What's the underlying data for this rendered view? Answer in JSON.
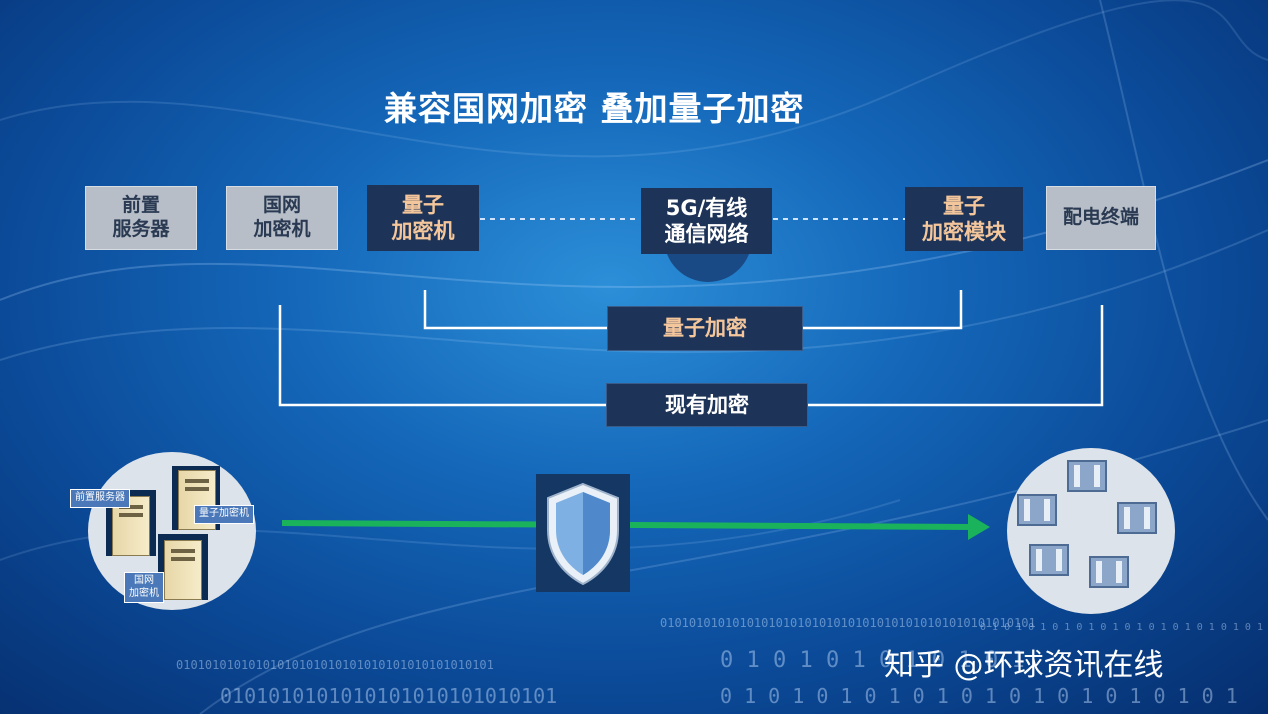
{
  "title": "兼容国网加密 叠加量子加密",
  "boxes": {
    "front_server": "前置\n服务器",
    "sgcc_encryptor": "国网\n加密机",
    "quantum_encryptor": "量子\n加密机",
    "network": "5G/有线\n通信网络",
    "quantum_module": "量子\n加密模块",
    "distribution_terminal": "配电终端"
  },
  "labels": {
    "quantum_encryption": "量子加密",
    "existing_encryption": "现有加密"
  },
  "left_cluster": {
    "front_server_tag": "前置服务器",
    "quantum_encryptor_tag": "量子加密机",
    "sgcc_encryptor_tag": "国网\n加密机"
  },
  "binary": {
    "row1": "0101010101010101010101010101010101010101010101010101",
    "row2": "01010101010101010101010101010101010101010101",
    "row3": "0101010101010101010101010101",
    "row4": "0 1 0 1 0 1 0 1 0 1 0 1",
    "row5": "0 1 0 1 0 1 0 1 0 1 0 1 0 1 0 1 0 1 0 1 0 1",
    "row6": "0 1 0 1 0 1 0 1 0 1 0 1 0 1 0 1 0 1 0 1 0 1 0 1 0 1"
  },
  "watermark": "知乎 @环球资讯在线",
  "colors": {
    "accent_text": "#f4c69b",
    "dark_box": "#1d3357",
    "grey_box": "#b7bec8",
    "arrow": "#1bb25c"
  }
}
